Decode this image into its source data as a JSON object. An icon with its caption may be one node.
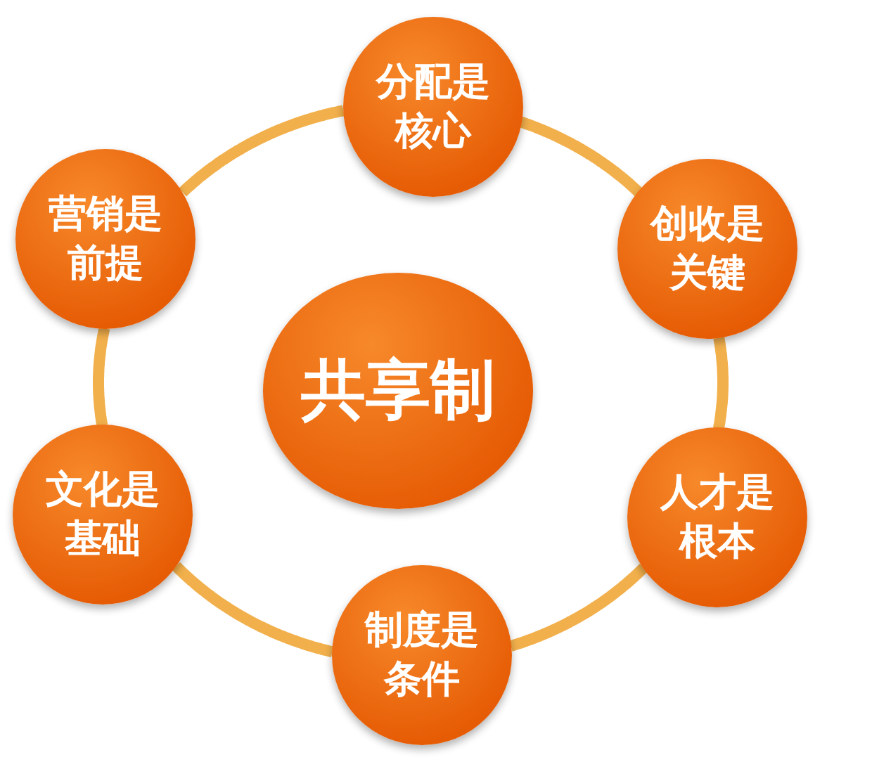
{
  "diagram": {
    "nodes": [
      {
        "text": [
          "共享制"
        ]
      },
      {
        "text": [
          "分配是核心"
        ]
      },
      {
        "text": [
          "创收是关键"
        ]
      },
      {
        "text": [
          "人才是根本"
        ]
      },
      {
        "text": [
          "制度是条件"
        ]
      },
      {
        "text": [
          "文化是基础"
        ]
      },
      {
        "text": [
          "营销是前提"
        ]
      }
    ],
    "edges": [
      {
        "from": 1,
        "to": 2,
        "arrow": "none"
      },
      {
        "from": 2,
        "to": 3,
        "arrow": "none"
      },
      {
        "from": 3,
        "to": 4,
        "arrow": "none"
      },
      {
        "from": 4,
        "to": 5,
        "arrow": "none"
      },
      {
        "from": 5,
        "to": 6,
        "arrow": "none"
      },
      {
        "from": 6,
        "to": 1,
        "arrow": "none"
      }
    ]
  }
}
